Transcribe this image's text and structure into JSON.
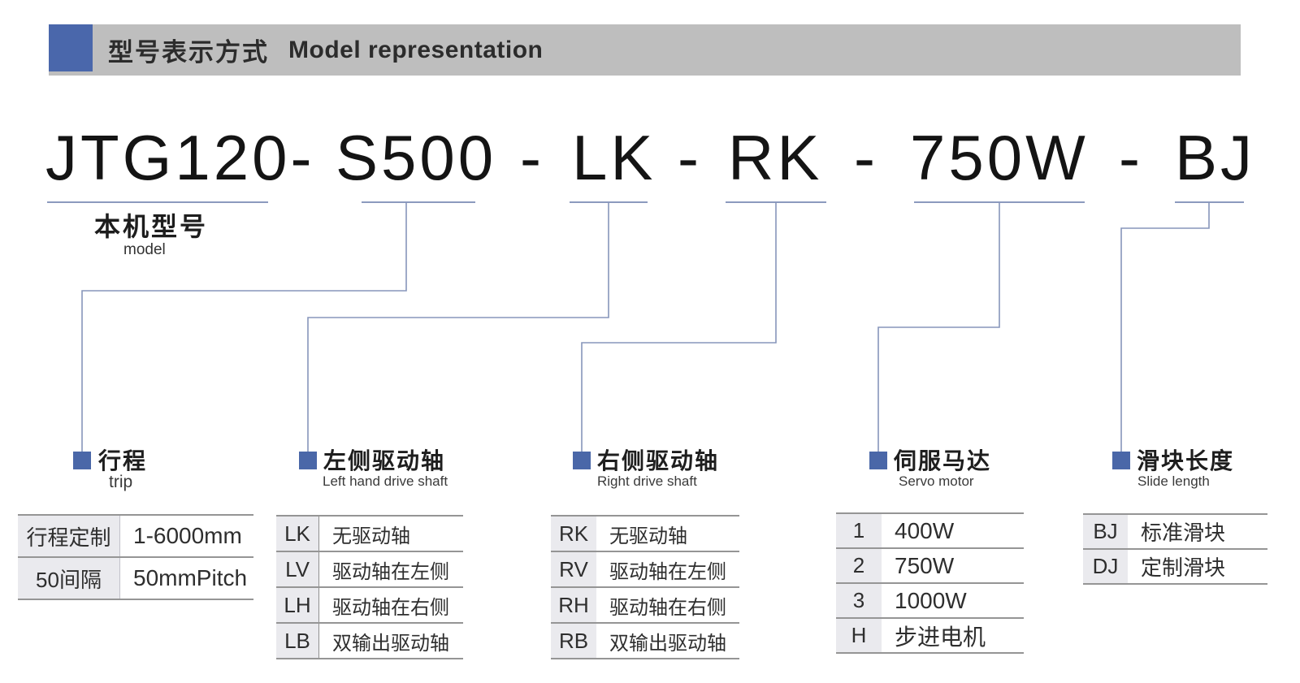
{
  "header": {
    "title_zh": "型号表示方式",
    "title_en": "Model representation"
  },
  "model": {
    "segments": [
      "JTG120-",
      "S500",
      "-",
      "LK",
      "-",
      "RK",
      "-",
      "750W",
      "-",
      "BJ"
    ],
    "label_zh": "本机型号",
    "label_en": "model"
  },
  "sections": {
    "trip": {
      "label_zh": "行程",
      "label_en": "trip",
      "rows": [
        {
          "c1": "行程定制",
          "c2": "1-6000mm"
        },
        {
          "c1": "50间隔",
          "c2": "50mmPitch"
        }
      ]
    },
    "left_shaft": {
      "label_zh": "左侧驱动轴",
      "label_en": "Left hand drive shaft",
      "rows": [
        {
          "c1": "LK",
          "c2": "无驱动轴"
        },
        {
          "c1": "LV",
          "c2": "驱动轴在左侧"
        },
        {
          "c1": "LH",
          "c2": "驱动轴在右侧"
        },
        {
          "c1": "LB",
          "c2": "双输出驱动轴"
        }
      ]
    },
    "right_shaft": {
      "label_zh": "右侧驱动轴",
      "label_en": "Right drive shaft",
      "rows": [
        {
          "c1": "RK",
          "c2": "无驱动轴"
        },
        {
          "c1": "RV",
          "c2": "驱动轴在左侧"
        },
        {
          "c1": "RH",
          "c2": "驱动轴在右侧"
        },
        {
          "c1": "RB",
          "c2": "双输出驱动轴"
        }
      ]
    },
    "servo": {
      "label_zh": "伺服马达",
      "label_en": "Servo motor",
      "rows": [
        {
          "c1": "1",
          "c2": "400W"
        },
        {
          "c1": "2",
          "c2": "750W"
        },
        {
          "c1": "3",
          "c2": "1000W"
        },
        {
          "c1": "H",
          "c2": "步进电机"
        }
      ]
    },
    "slide": {
      "label_zh": "滑块长度",
      "label_en": "Slide length",
      "rows": [
        {
          "c1": "BJ",
          "c2": "标准滑块"
        },
        {
          "c1": "DJ",
          "c2": "定制滑块"
        }
      ]
    }
  },
  "colors": {
    "accent_blue": "#4a67ab",
    "banner_gray": "#bebebe",
    "wire_blue": "#8796bb"
  }
}
